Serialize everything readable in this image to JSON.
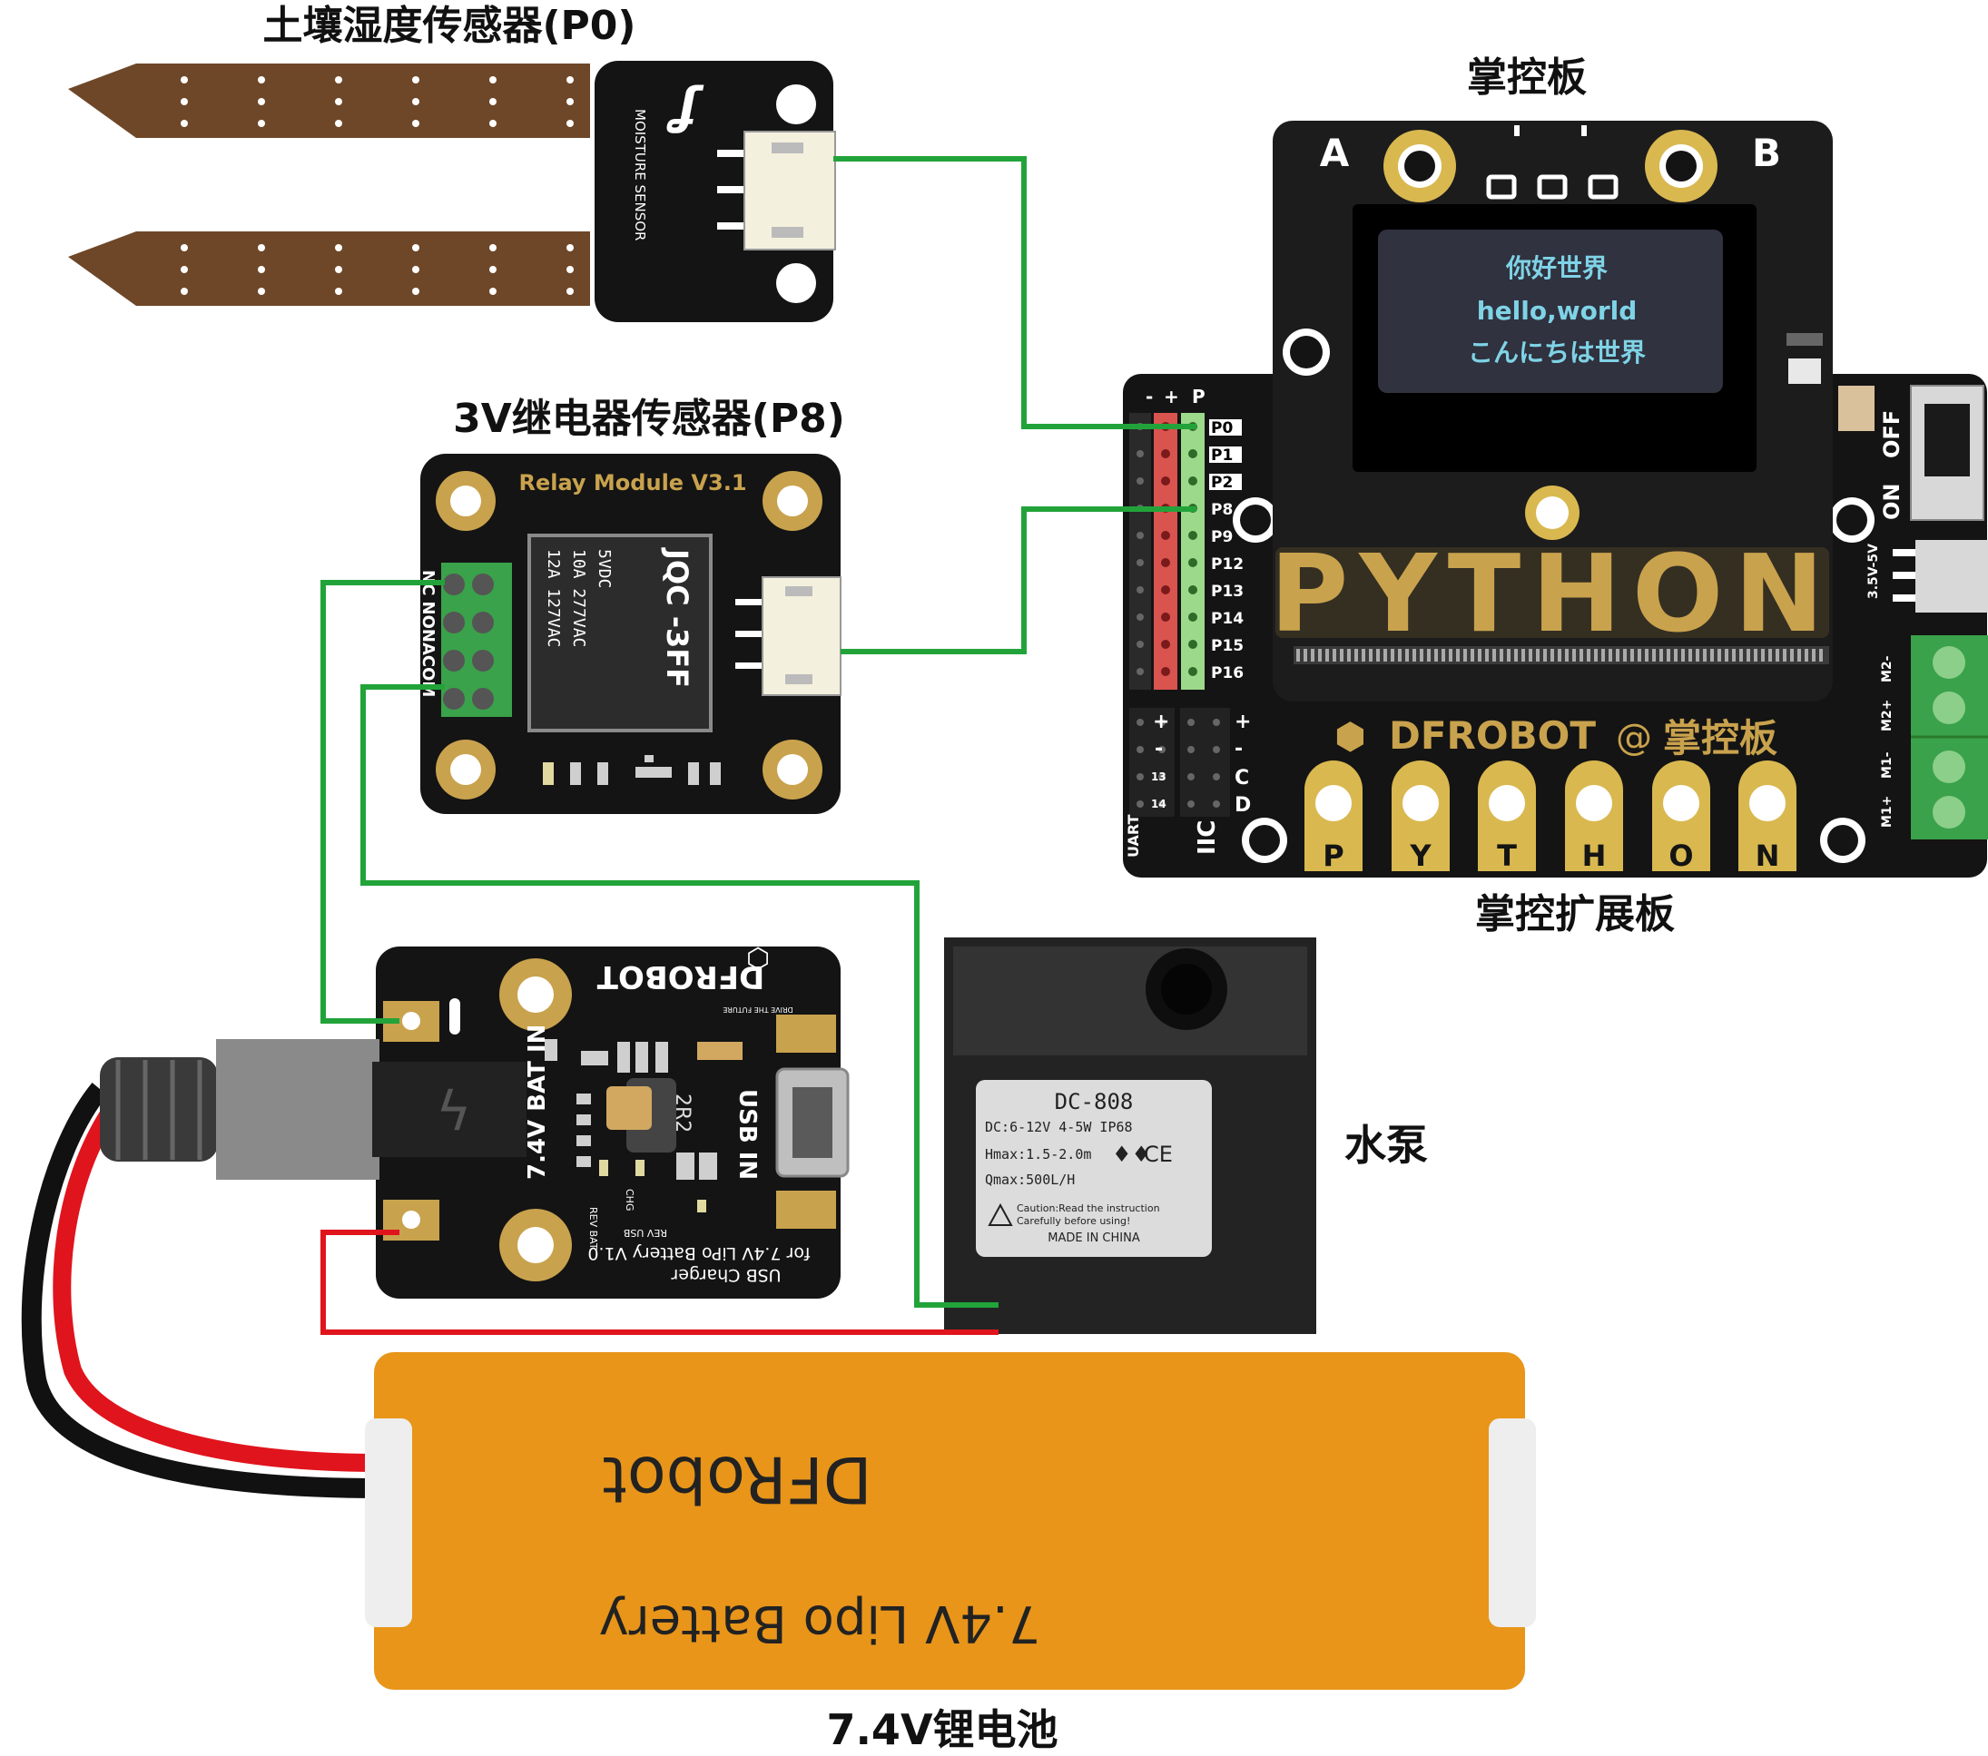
{
  "labels": {
    "soil_sensor": "土壤湿度传感器(P0)",
    "relay_sensor": "3V继电器传感器(P8)",
    "mainboard": "掌控板",
    "expansion_board": "掌控扩展板",
    "water_pump": "水泵",
    "battery": "7.4V锂电池"
  },
  "soil_sensor": {
    "text": "MOISTURE SENSOR"
  },
  "relay": {
    "title": "Relay Module V3.1",
    "part": "JQC -3FF",
    "spec_lines": [
      "5VDC",
      "10A  277VAC",
      "12A  127VAC"
    ],
    "terminals": [
      "NC",
      "NO",
      "NA",
      "COM"
    ],
    "terminal_text": "NC NONACOM"
  },
  "mainboard": {
    "button_a": "A",
    "button_b": "B",
    "screen_lines": [
      "你好世界",
      "hello,world",
      "こんにちは世界"
    ],
    "logo": "PYTHON",
    "brand": "DFROBOT",
    "brand_cn": "掌控板",
    "touch_pads": [
      "P",
      "Y",
      "T",
      "H",
      "O",
      "N"
    ],
    "switch_on": "ON",
    "switch_off": "OFF"
  },
  "expansion": {
    "header_marks": [
      "-",
      "+",
      "P"
    ],
    "pins": [
      "P0",
      "P1",
      "P2",
      "P8",
      "P9",
      "P12",
      "P13",
      "P14",
      "P15",
      "P16"
    ],
    "left_marks": [
      "+",
      "-",
      "13",
      "14"
    ],
    "right_marks": [
      "+",
      "-",
      "C",
      "D"
    ],
    "uart": "UART",
    "iic": "IIC",
    "voltage": "3.5V-5V",
    "motor_pins": [
      "M2-",
      "M2+",
      "M1-",
      "M1+"
    ]
  },
  "charger": {
    "brand": "DFROBOT",
    "tagline": "DRIVE THE FUTURE",
    "bat_in": "7.4V BAT IN",
    "usb_in": "USB IN",
    "inductor": "2R2",
    "led_labels": [
      "REV BAT",
      "CHG",
      "REV USB"
    ],
    "line1": "for 7.4V LiPo Battery V1.0",
    "line2": "USB Charger"
  },
  "pump": {
    "model": "DC-808",
    "spec1": "DC:6-12V 4-5W  IP68",
    "spec2": "Hmax:1.5-2.0m",
    "spec3": "Qmax:500L/H",
    "caution1": "Caution:Read the instruction",
    "caution2": "Carefully before using!",
    "origin": "MADE IN CHINA"
  },
  "battery": {
    "brand": "DFRobot",
    "model": "7.4V Lipo Battery"
  },
  "colors": {
    "board": "#141414",
    "gold": "#c9a24d",
    "soil_brown": "#6e4728",
    "wire_green": "#22a33a",
    "wire_red": "#e0141c",
    "battery_orange": "#e8951a",
    "screen": "#30323f",
    "screen_text": "#7fd3e6",
    "terminal_green": "#3aa24a"
  }
}
